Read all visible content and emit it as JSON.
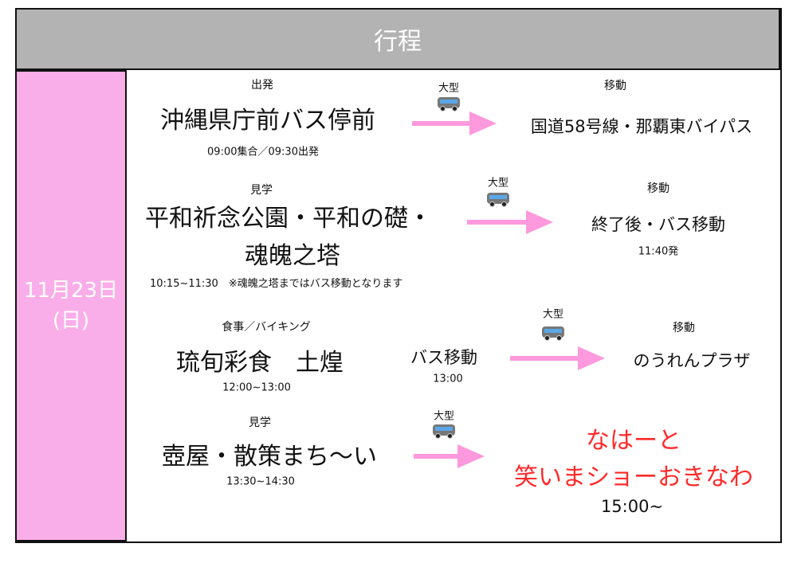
{
  "header": {
    "title": "行程"
  },
  "date": {
    "line1": "11月23日",
    "line2": "(日)"
  },
  "rows": [
    {
      "category": "出発",
      "place": "沖縄県庁前バス停前",
      "time": "09:00集合／09:30出発",
      "bus_label": "大型",
      "move_label": "移動",
      "destination": "国道58号線・那覇東バイパス"
    },
    {
      "category": "見学",
      "place_line1": "平和祈念公園・平和の礎・",
      "place_line2": "魂魄之塔",
      "time": "10:15~11:30　※魂魄之塔まではバス移動となります",
      "bus_label": "大型",
      "move_label": "移動",
      "destination": "終了後・バス移動",
      "dest_time": "11:40発"
    },
    {
      "category": "食事／バイキング",
      "place": "琉旬彩食　土煌",
      "time": "12:00~13:00",
      "transfer": "バス移動",
      "transfer_time": "13:00",
      "bus_label": "大型",
      "move_label": "移動",
      "destination": "のうれんプラザ"
    },
    {
      "category": "見学",
      "place": "壺屋・散策まち〜い",
      "time": "13:30~14:30",
      "bus_label": "大型",
      "destination_line1": "なはーと",
      "destination_line2": "笑いまショーおきなわ",
      "dest_time": "15:00~"
    }
  ],
  "colors": {
    "header": "#b3b3b3",
    "side": "#f9aee9",
    "arrow": "#ff99dd",
    "highlight": "#ff2a2a"
  }
}
